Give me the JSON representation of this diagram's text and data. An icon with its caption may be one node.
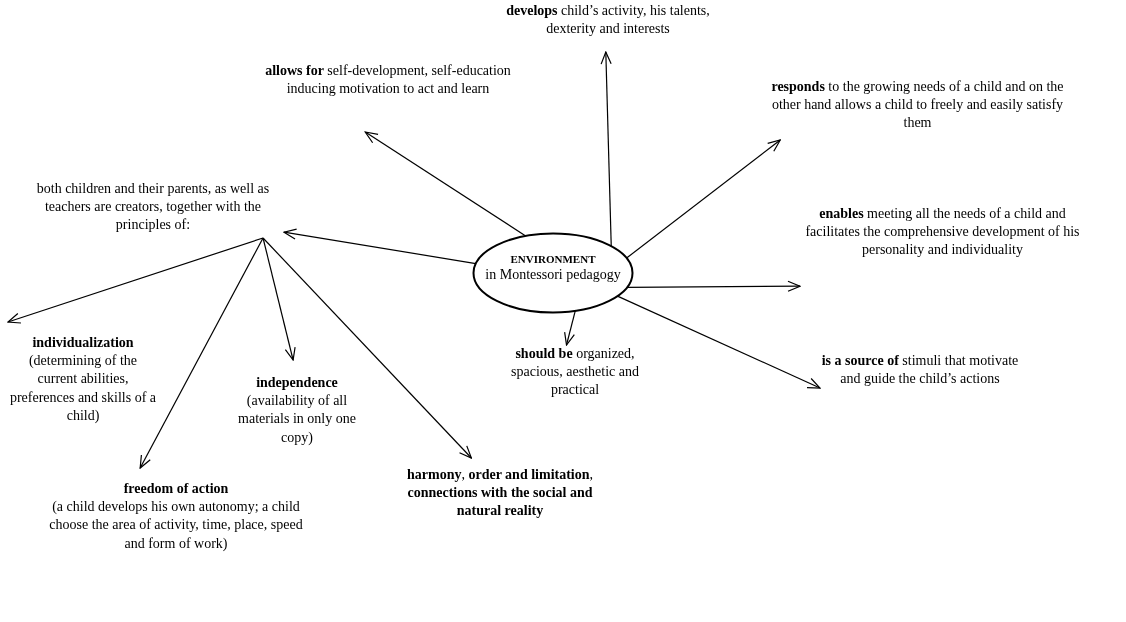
{
  "diagram": {
    "nodes": [
      {
        "text": [
          "ENVIRONMENT",
          "in Montessori pedagogy"
        ]
      },
      {
        "text": [
          "**develops** child’s activity, his talents, dexterity and interests"
        ]
      },
      {
        "text": [
          "**allows for** self-development, self-education inducing motivation to act and learn"
        ]
      },
      {
        "text": [
          "**responds** to the growing needs of a child and on the other hand allows a child to freely and easily satisfy them"
        ]
      },
      {
        "text": [
          "both children and their parents, as well as teachers are creators, together with the principles of:"
        ]
      },
      {
        "text": [
          "**enables** meeting all the needs of a child and facilitates the comprehensive development of his personality and individuality"
        ]
      },
      {
        "text": [
          "individualization",
          "(determining of the current abilities, preferences and skills of a child)"
        ]
      },
      {
        "text": [
          "**should be** organized, spacious, aesthetic and practical"
        ]
      },
      {
        "text": [
          "**is a source of** stimuli that motivate and guide the child’s actions"
        ]
      },
      {
        "text": [
          "independence",
          "(availability of all materials in only one copy)"
        ]
      },
      {
        "text": [
          "freedom of action",
          "(a child develops his own autonomy; a child choose the area of activity, time, place, speed and form of work)"
        ]
      },
      {
        "text": [
          "**harmony**, **order and limitation**, **connections with the social and natural reality**"
        ]
      }
    ],
    "edges": [
      {
        "from": 0,
        "to": 1,
        "arrow": "to"
      },
      {
        "from": 0,
        "to": 2,
        "arrow": "to"
      },
      {
        "from": 0,
        "to": 3,
        "arrow": "to"
      },
      {
        "from": 0,
        "to": 4,
        "arrow": "to"
      },
      {
        "from": 0,
        "to": 5,
        "arrow": "to"
      },
      {
        "from": 0,
        "to": 7,
        "arrow": "to"
      },
      {
        "from": 0,
        "to": 8,
        "arrow": "to"
      },
      {
        "from": 4,
        "to": 6,
        "arrow": "to"
      },
      {
        "from": 4,
        "to": 10,
        "arrow": "to"
      },
      {
        "from": 4,
        "to": 9,
        "arrow": "to"
      },
      {
        "from": 4,
        "to": 11,
        "arrow": "to"
      }
    ]
  }
}
